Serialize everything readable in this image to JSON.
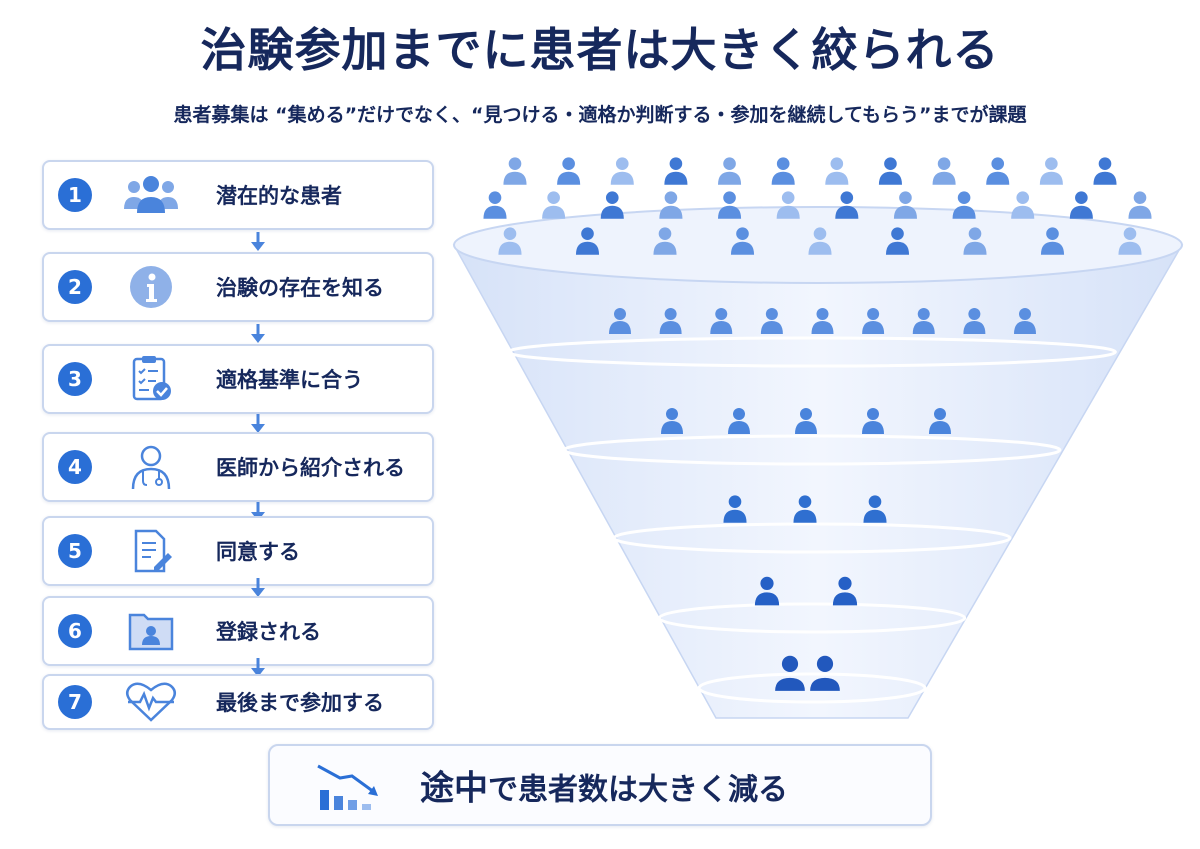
{
  "title": "治験参加までに患者は大きく絞られる",
  "subtitle": "患者募集は “集める”だけでなく、“見つける・適格か判断する・参加を継続してもらう”までが課題",
  "steps": [
    {
      "number": "1",
      "label": "潜在的な患者",
      "icon": "people-group-icon"
    },
    {
      "number": "2",
      "label": "治験の存在を知る",
      "icon": "info-icon"
    },
    {
      "number": "3",
      "label": "適格基準に合う",
      "icon": "clipboard-check-icon"
    },
    {
      "number": "4",
      "label": "医師から紹介される",
      "icon": "doctor-icon"
    },
    {
      "number": "5",
      "label": "同意する",
      "icon": "document-sign-icon"
    },
    {
      "number": "6",
      "label": "登録される",
      "icon": "folder-person-icon"
    },
    {
      "number": "7",
      "label": "最後まで参加する",
      "icon": "heart-pulse-icon"
    }
  ],
  "funnel": {
    "people_per_tier": [
      33,
      9,
      5,
      3,
      2,
      2
    ]
  },
  "conclusion": {
    "emphasis": "途中",
    "text": "で患者数は大きく減る",
    "icon": "declining-bar-chart-icon"
  },
  "colors": {
    "accent": "#2a6fd6",
    "navy": "#16285c",
    "funnel_fill": "#e8eefb"
  }
}
